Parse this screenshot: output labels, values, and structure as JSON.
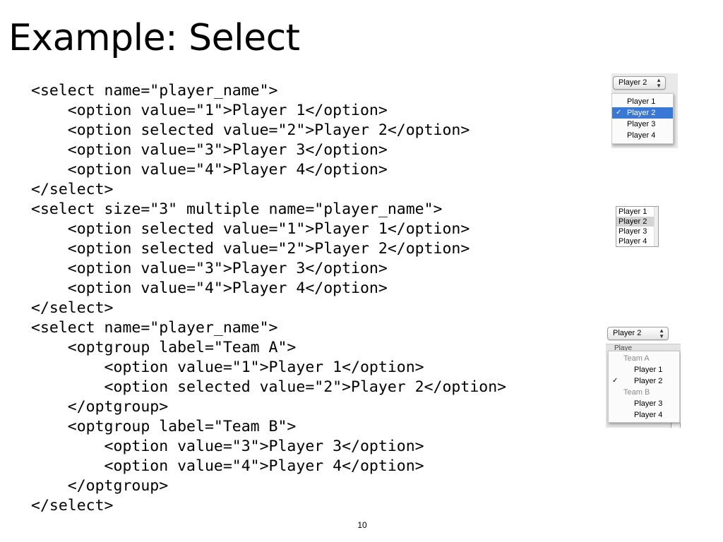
{
  "slide": {
    "title": "Example: Select",
    "page_number": "10"
  },
  "code_lines": [
    "<select name=\"player_name\">",
    "    <option value=\"1\">Player 1</option>",
    "    <option selected value=\"2\">Player 2</option>",
    "    <option value=\"3\">Player 3</option>",
    "    <option value=\"4\">Player 4</option>",
    "</select>",
    "<select size=\"3\" multiple name=\"player_name\">",
    "    <option selected value=\"1\">Player 1</option>",
    "    <option selected value=\"2\">Player 2</option>",
    "    <option value=\"3\">Player 3</option>",
    "    <option value=\"4\">Player 4</option>",
    "</select>",
    "<select name=\"player_name\">",
    "    <optgroup label=\"Team A\">",
    "        <option value=\"1\">Player 1</option>",
    "        <option selected value=\"2\">Player 2</option>",
    "    </optgroup>",
    "    <optgroup label=\"Team B\">",
    "        <option value=\"3\">Player 3</option>",
    "        <option value=\"4\">Player 4</option>",
    "    </optgroup>",
    "</select>"
  ],
  "example_popup": {
    "button_label": "Player 2",
    "check_mark": "✓",
    "selected_index": 1,
    "options": [
      "Player 1",
      "Player 2",
      "Player 3",
      "Player 4"
    ]
  },
  "example_listbox": {
    "selected_indices": [
      1
    ],
    "options": [
      "Player 1",
      "Player 2",
      "Player 3",
      "Player 4"
    ]
  },
  "example_grouped_popup": {
    "button_label": "Player 2",
    "check_mark": "✓",
    "behind_text": "Playe",
    "groups": [
      {
        "label": "Team A",
        "options": [
          "Player 1",
          "Player 2"
        ]
      },
      {
        "label": "Team B",
        "options": [
          "Player 3",
          "Player 4"
        ]
      }
    ],
    "selected_option": "Player 2"
  },
  "colors": {
    "selection_blue": "#3a78d6",
    "group_label_gray": "#8a8a8a",
    "listbox_selection_gray": "#d4d4d4"
  }
}
